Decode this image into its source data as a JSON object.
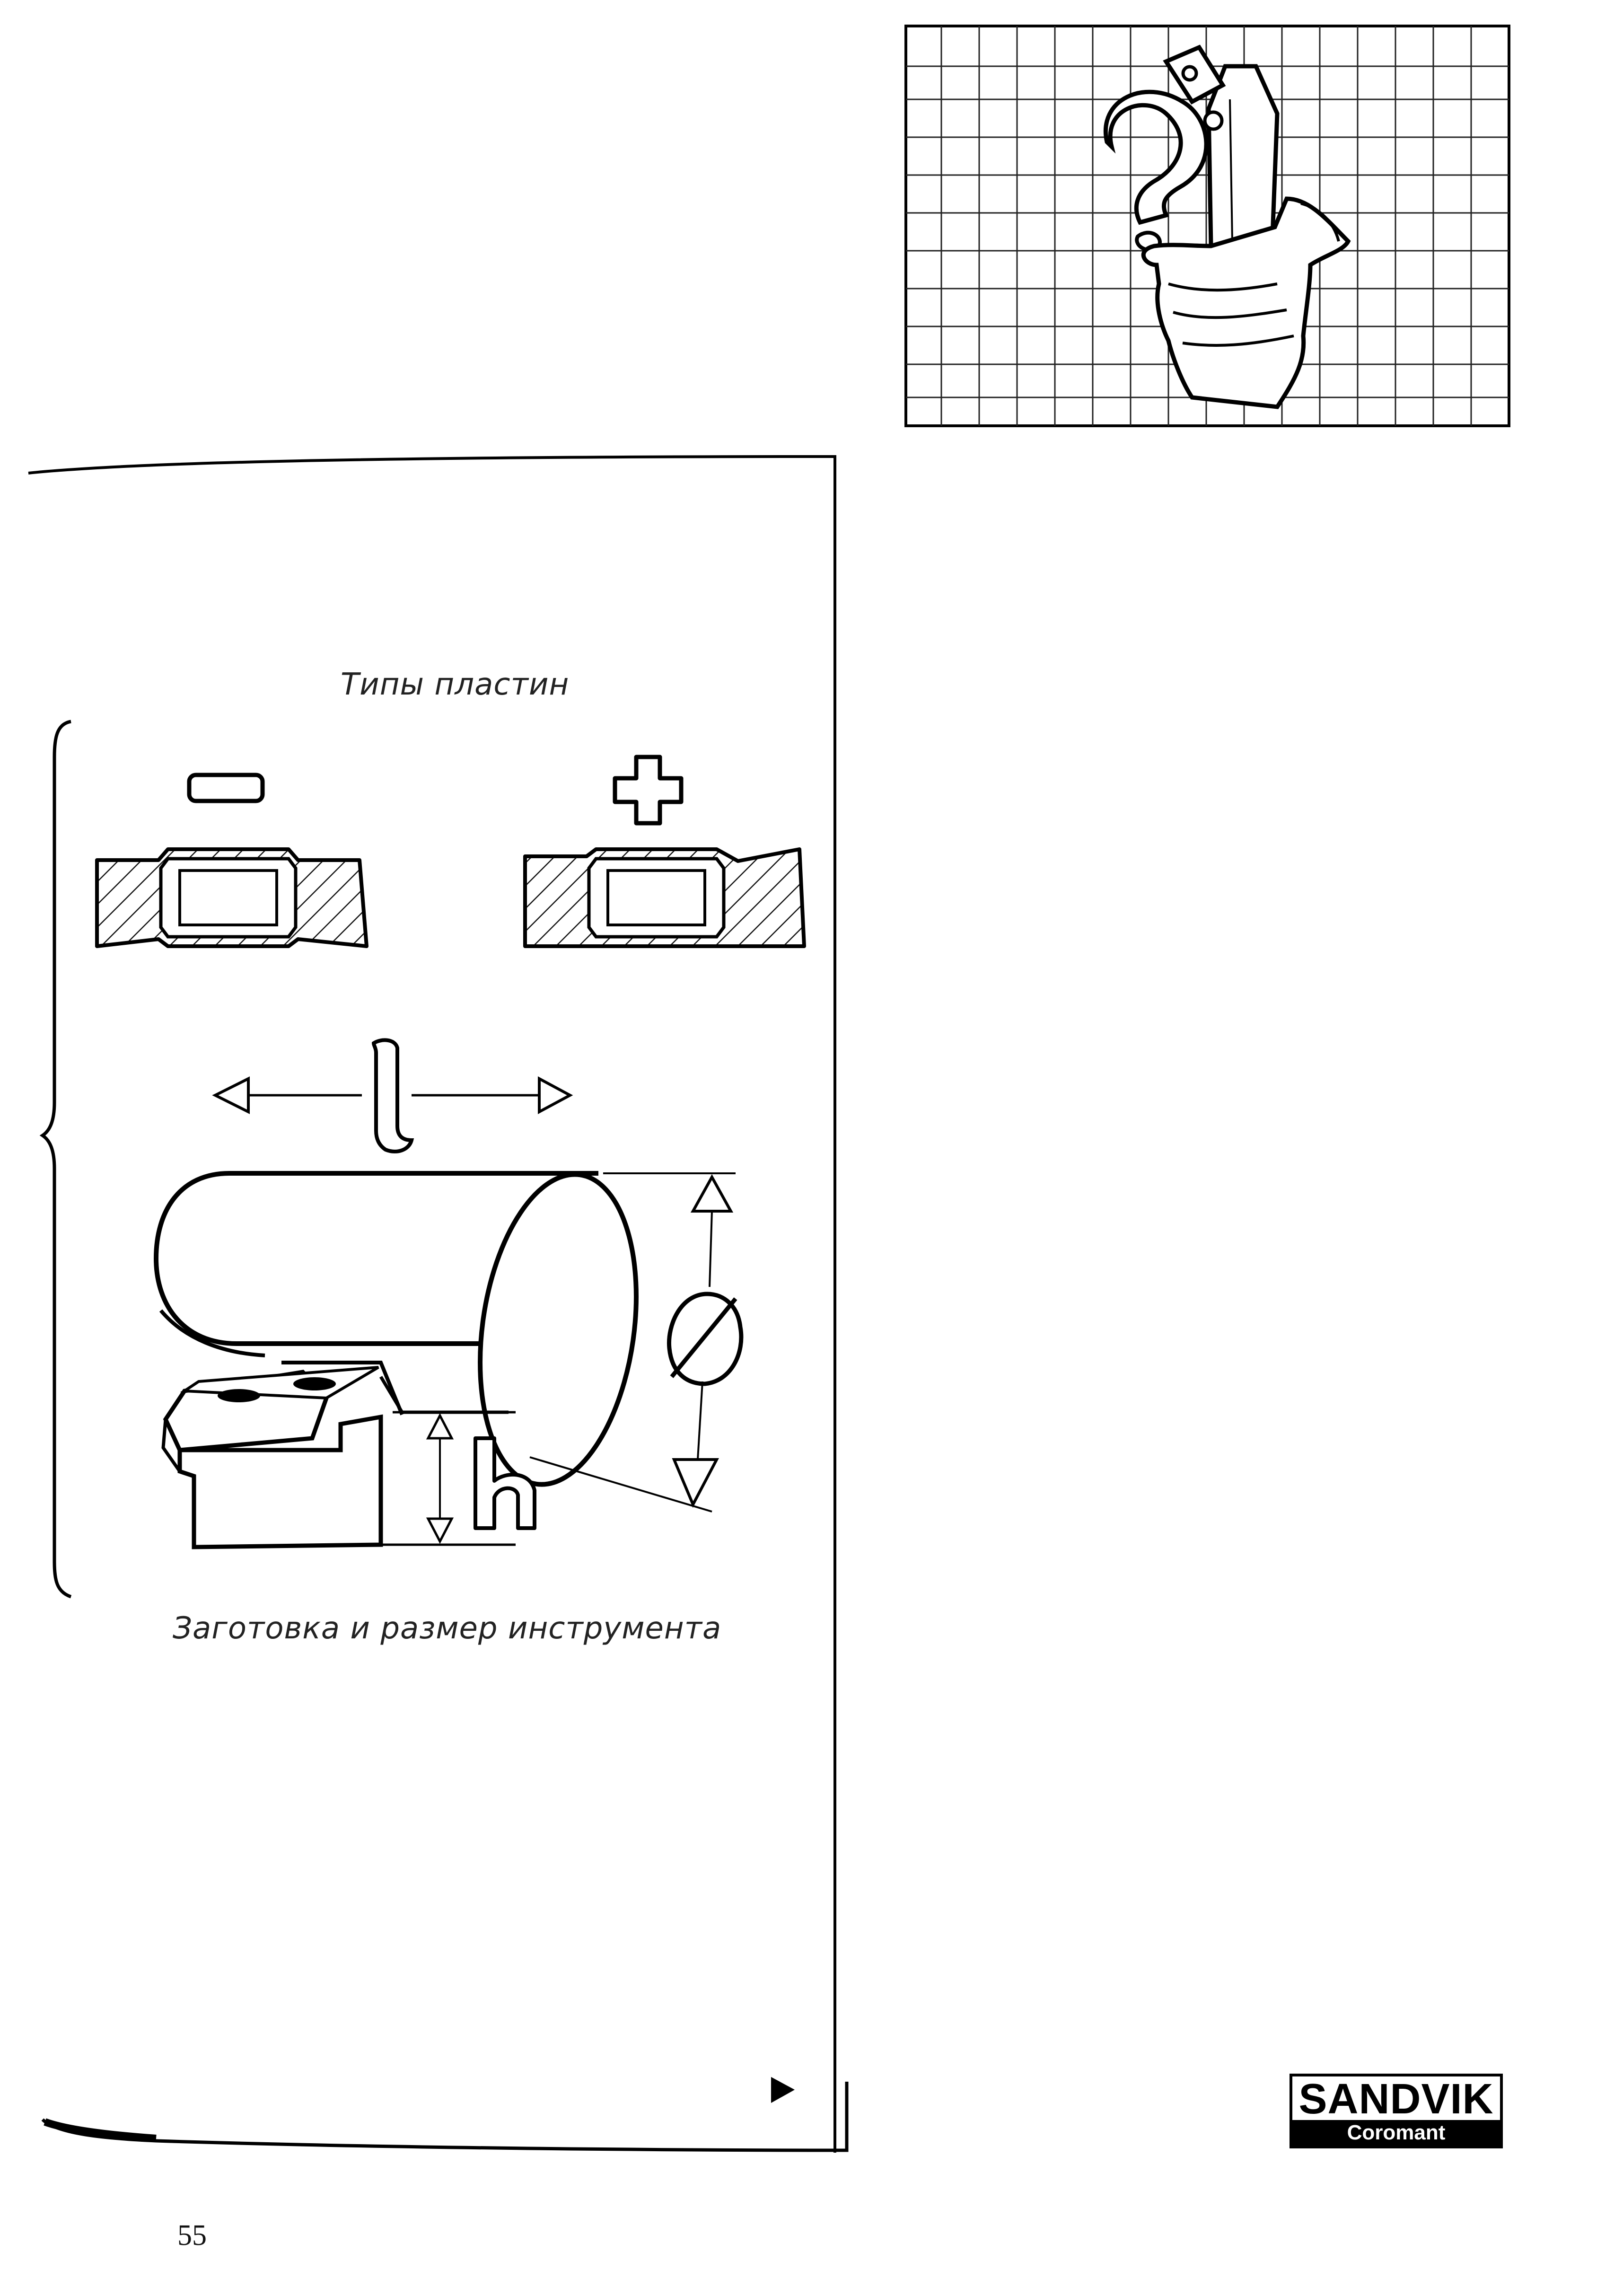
{
  "document": {
    "page_number": "55",
    "captions": {
      "insert_types": "Типы пластин",
      "workpiece_and_tool": "Заготовка и размер инструмента"
    },
    "figure_labels": {
      "length_symbol": "l",
      "diameter_symbol": "ø",
      "height_symbol": "h"
    },
    "logo": {
      "brand": "SANDVIK",
      "sub_brand": "Coromant"
    },
    "icons": [
      "question-hand-icon",
      "minus-sign-icon",
      "plus-sign-icon",
      "next-arrow-icon"
    ]
  }
}
